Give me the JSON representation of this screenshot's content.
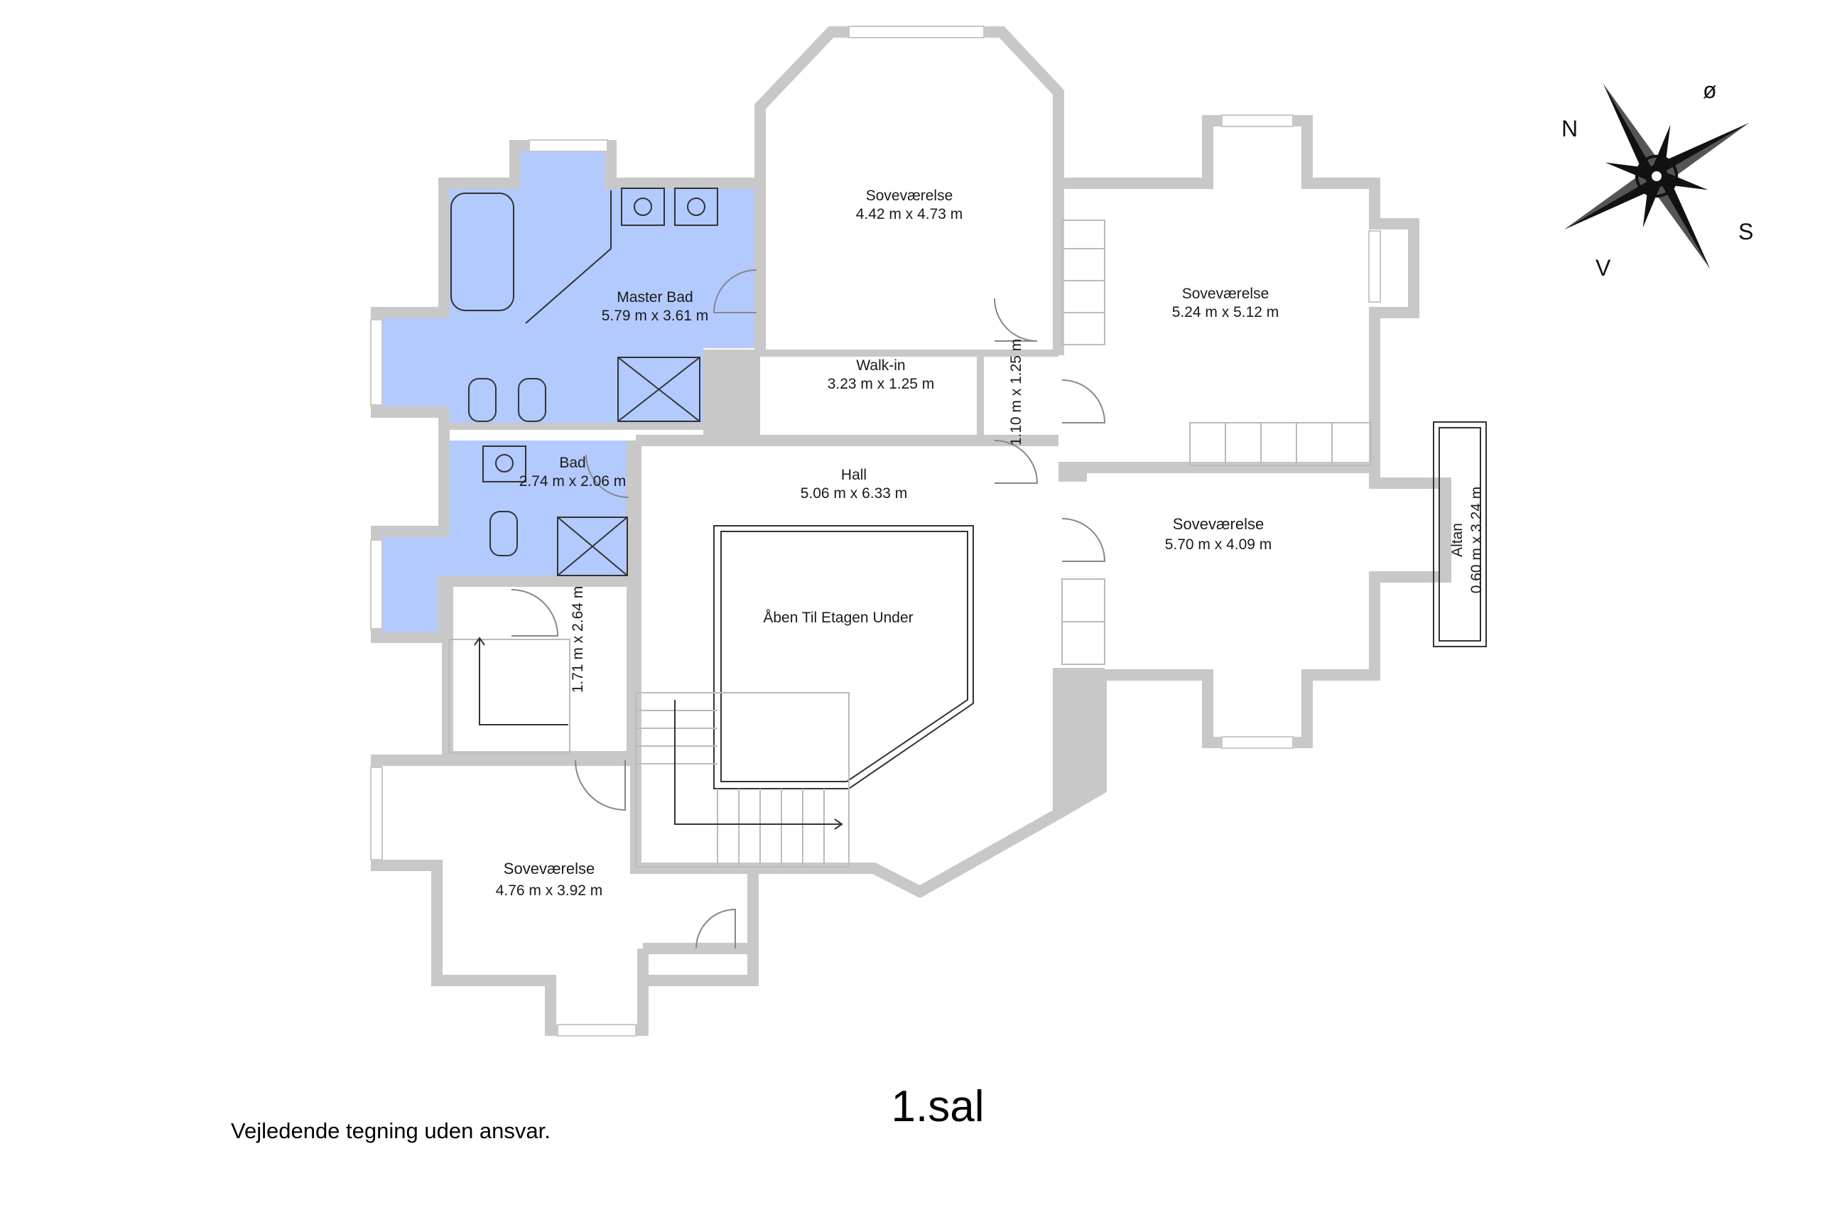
{
  "rooms": {
    "bedroom_top": {
      "name": "Soveværelse",
      "size": "4.42 m x 4.73 m"
    },
    "bedroom_right_upper": {
      "name": "Soveværelse",
      "size": "5.24 m x 5.12 m"
    },
    "bedroom_right_lower": {
      "name": "Soveværelse",
      "size": "5.70 m x 4.09 m"
    },
    "bedroom_bottom_left": {
      "name": "Soveværelse",
      "size": "4.76 m x 3.92 m"
    },
    "master_bath": {
      "name": "Master Bad",
      "size": "5.79 m x 3.61 m"
    },
    "walk_in": {
      "name": "Walk-in",
      "size": "3.23 m x 1.25 m"
    },
    "hall": {
      "name": "Hall",
      "size": "5.06 m x 6.33 m"
    },
    "bath": {
      "name": "Bad",
      "size": "2.74 m x 2.06 m"
    },
    "open_below": {
      "name": "Åben Til Etagen Under"
    },
    "small_corridor": {
      "size": "1.10 m x 1.25 m"
    },
    "stair_corridor": {
      "size": "1.71 m x 2.64 m"
    },
    "balcony": {
      "name": "Altan",
      "size": "0.60 m x 3.24 m"
    }
  },
  "compass": {
    "north": "N",
    "east": "ø",
    "south": "S",
    "west": "V"
  },
  "floor_title": "1.sal",
  "disclaimer": "Vejledende tegning uden ansvar.",
  "colors": {
    "wall": "#c8c8c8",
    "bathroom_fill": "#b3caff",
    "background": "#ffffff"
  }
}
